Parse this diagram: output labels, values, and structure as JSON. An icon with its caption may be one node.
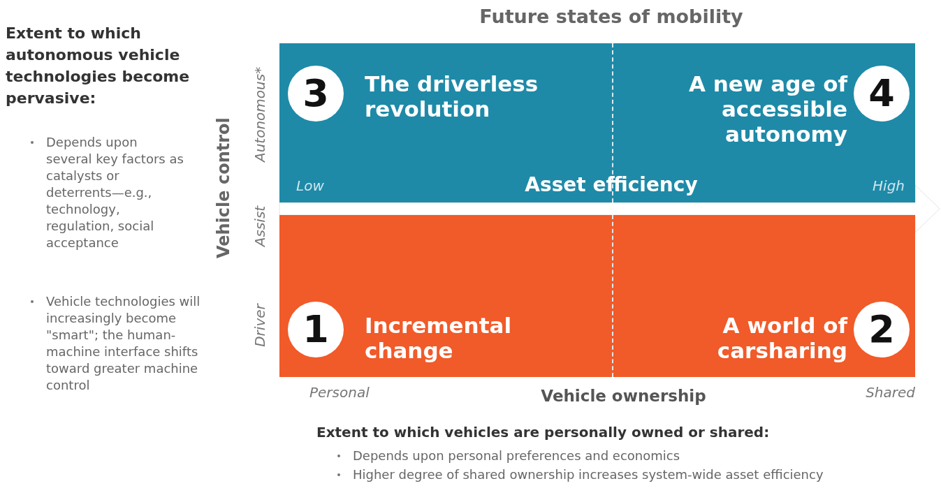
{
  "diagram": {
    "title": "Future states of mobility",
    "nodes": [
      {
        "text": [
          "The driverless revolution"
        ]
      },
      {
        "text": [
          "3"
        ],
        "in": 0
      },
      {
        "text": [
          "A new age of accessible autonomy"
        ]
      },
      {
        "text": [
          "4"
        ],
        "in": 2
      },
      {
        "text": [
          "Incremental change"
        ]
      },
      {
        "text": [
          "1"
        ],
        "in": 4
      },
      {
        "text": [
          "A world of carsharing"
        ]
      },
      {
        "text": [
          "2"
        ],
        "in": 6
      }
    ],
    "labels": [
      "Extent to which autonomous vehicle technologies become pervasive:",
      "Depends upon several key factors as catalysts or deterrents—e.g., technology, regulation, social acceptance",
      "Vehicle technologies will increasingly become \"smart\"; the human-machine interface shifts toward greater machine control",
      "Vehicle control",
      "Autonomous*",
      "Assist",
      "Driver",
      "Low",
      "Asset efficiency",
      "High",
      "Personal",
      "Vehicle ownership",
      "Shared",
      "Extent to which vehicles are personally owned or shared:",
      "Depends upon personal preferences and economics",
      "Higher degree of shared ownership increases system-wide asset efficiency"
    ]
  }
}
